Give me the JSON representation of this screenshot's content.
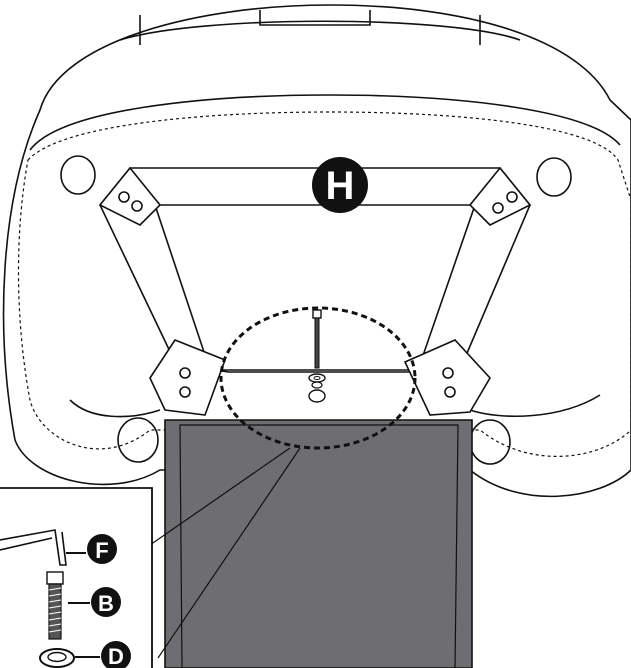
{
  "diagram": {
    "main_part_label": "H",
    "parts": [
      {
        "label": "F",
        "icon": "allen-wrench-icon"
      },
      {
        "label": "B",
        "icon": "bolt-icon"
      },
      {
        "label": "D",
        "icon": "washer-icon"
      }
    ]
  },
  "colors": {
    "ink": "#111111",
    "backrest": "#6e6e72",
    "paper": "#ffffff"
  }
}
